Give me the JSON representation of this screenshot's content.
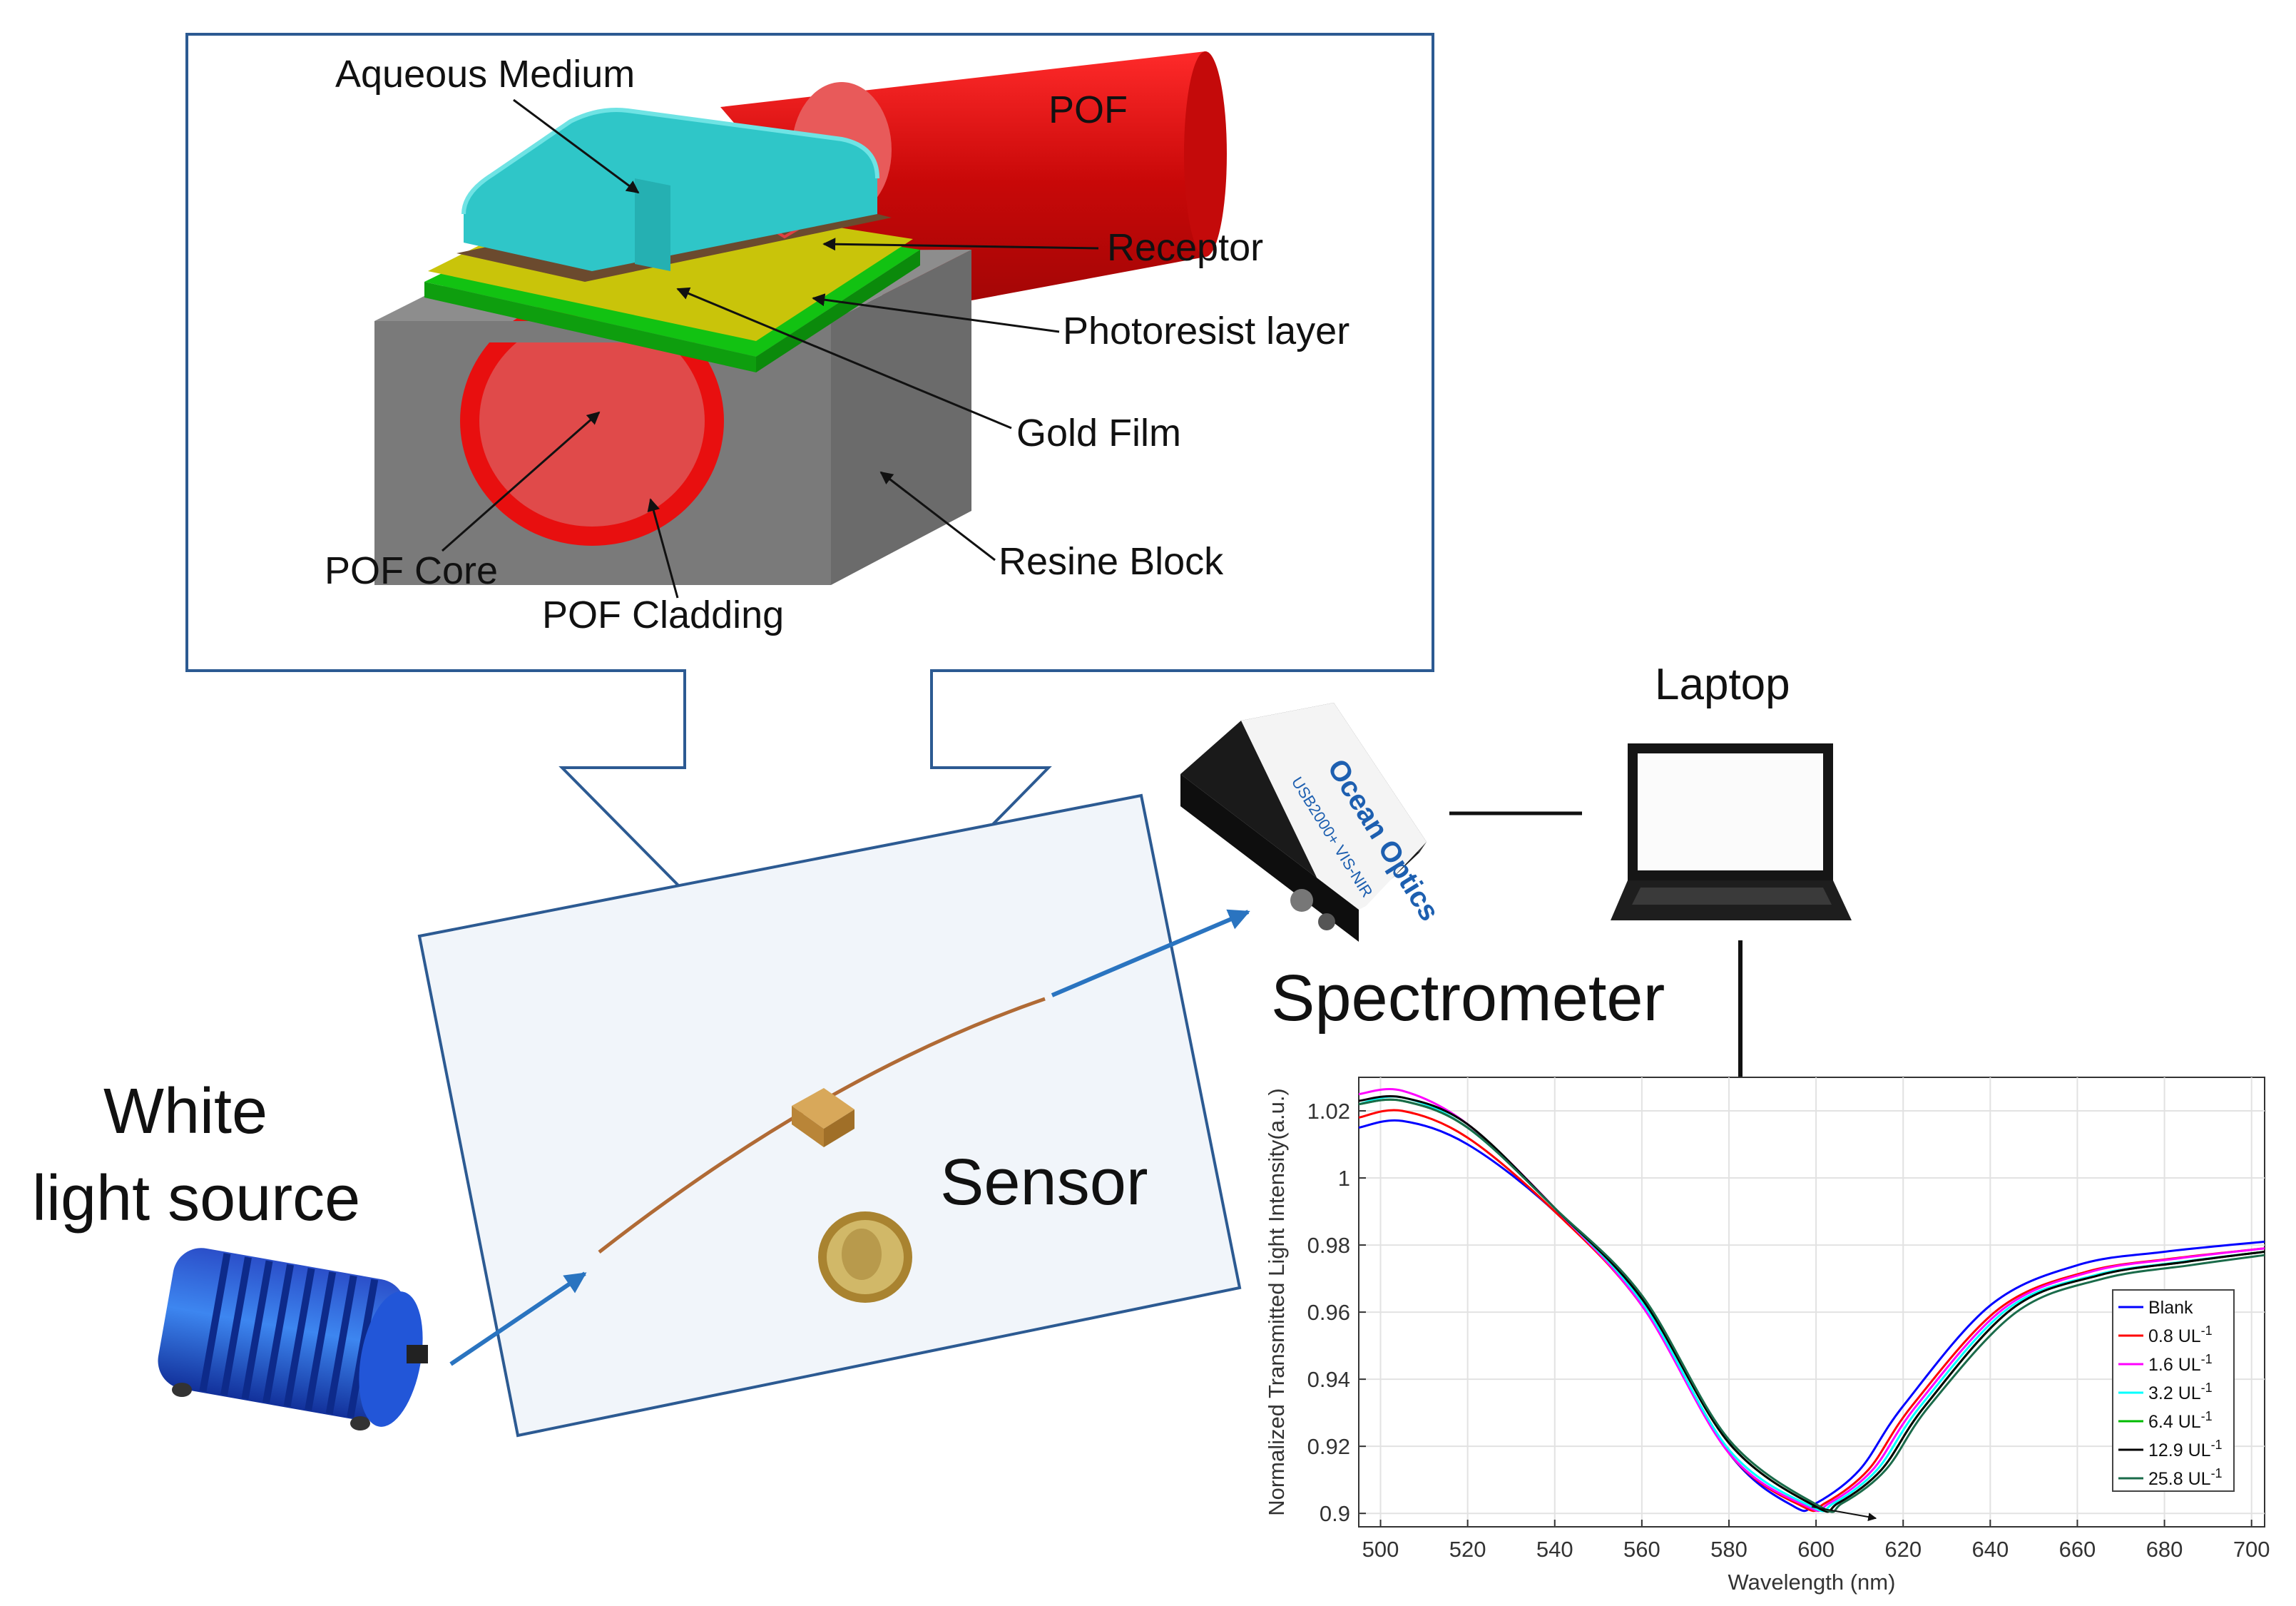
{
  "zoom_inset": {
    "labels": {
      "aqueous_medium": "Aqueous Medium",
      "pof": "POF",
      "receptor": "Receptor",
      "photoresist_layer": "Photoresist layer",
      "gold_film": "Gold Film",
      "resine_block": "Resine Block",
      "pof_core": "POF Core",
      "pof_cladding": "POF Cladding"
    },
    "colors": {
      "aqueous": "#2fc6c8",
      "fiber_red": "#e80f0f",
      "core_red": "#e04a4a",
      "receptor_brown": "#6b4a2e",
      "gold": "#c9c40a",
      "photoresist_green": "#12c212",
      "resin_gray": "#7a7a7a",
      "frame_blue": "#2c5a92"
    }
  },
  "setup": {
    "white_light_source_line1": "White",
    "white_light_source_line2": "light source",
    "sensor": "Sensor",
    "spectrometer": "Spectrometer",
    "laptop": "Laptop",
    "spectrometer_brand": "Ocean Optics",
    "spectrometer_model": "USB2000+ VIS-NIR"
  },
  "chart_data": {
    "type": "line",
    "xlabel": "Wavelength (nm)",
    "ylabel": "Normalized Transmitted Light Intensity(a.u.)",
    "xlim": [
      495,
      703
    ],
    "ylim": [
      0.896,
      1.03
    ],
    "xticks": [
      "500",
      "520",
      "540",
      "560",
      "580",
      "600",
      "620",
      "640",
      "660",
      "680",
      "700"
    ],
    "yticks": [
      "0.9",
      "0.92",
      "0.94",
      "0.96",
      "0.98",
      "1",
      "1.02"
    ],
    "grid": true,
    "legend_position": "right",
    "series": [
      {
        "name": "Blank",
        "unit_exp": "",
        "color": "#0000ff",
        "x": [
          495,
          505,
          520,
          540,
          560,
          580,
          595,
          600,
          610,
          620,
          640,
          660,
          680,
          703
        ],
        "y": [
          1.015,
          1.017,
          1.01,
          0.99,
          0.962,
          0.918,
          0.902,
          0.903,
          0.913,
          0.932,
          0.962,
          0.974,
          0.978,
          0.981
        ]
      },
      {
        "name": "0.8 UL",
        "unit_exp": "-1",
        "color": "#ff0000",
        "x": [
          495,
          505,
          520,
          540,
          560,
          580,
          597,
          602,
          612,
          622,
          642,
          662,
          682,
          703
        ],
        "y": [
          1.018,
          1.02,
          1.012,
          0.99,
          0.962,
          0.918,
          0.902,
          0.903,
          0.913,
          0.932,
          0.961,
          0.972,
          0.976,
          0.979
        ]
      },
      {
        "name": "1.6 UL",
        "unit_exp": "-1",
        "color": "#ff00ff",
        "x": [
          495,
          505,
          520,
          540,
          560,
          580,
          598,
          603,
          613,
          623,
          643,
          663,
          683,
          703
        ],
        "y": [
          1.025,
          1.026,
          1.016,
          0.991,
          0.962,
          0.918,
          0.902,
          0.903,
          0.913,
          0.932,
          0.961,
          0.972,
          0.976,
          0.979
        ]
      },
      {
        "name": "3.2 UL",
        "unit_exp": "-1",
        "color": "#00ffff",
        "x": [
          495,
          505,
          520,
          540,
          560,
          580,
          599,
          604,
          614,
          624,
          644,
          664,
          684,
          703
        ],
        "y": [
          1.022,
          1.024,
          1.015,
          0.991,
          0.963,
          0.919,
          0.902,
          0.903,
          0.913,
          0.932,
          0.961,
          0.971,
          0.975,
          0.978
        ]
      },
      {
        "name": "6.4 UL",
        "unit_exp": "-1",
        "color": "#00bb00",
        "x": [
          495,
          505,
          520,
          540,
          560,
          580,
          600,
          605,
          615,
          625,
          645,
          665,
          685,
          703
        ],
        "y": [
          1.022,
          1.023,
          1.015,
          0.991,
          0.964,
          0.921,
          0.902,
          0.903,
          0.913,
          0.932,
          0.961,
          0.971,
          0.975,
          0.978
        ]
      },
      {
        "name": "12.9 UL",
        "unit_exp": "-1",
        "color": "#000000",
        "x": [
          495,
          505,
          520,
          540,
          560,
          580,
          600,
          605,
          615,
          625,
          645,
          665,
          685,
          703
        ],
        "y": [
          1.023,
          1.024,
          1.016,
          0.991,
          0.964,
          0.921,
          0.902,
          0.903,
          0.913,
          0.932,
          0.961,
          0.971,
          0.975,
          0.978
        ]
      },
      {
        "name": "25.8 UL",
        "unit_exp": "-1",
        "color": "#1a6b4a",
        "x": [
          495,
          505,
          520,
          540,
          560,
          580,
          601,
          606,
          616,
          626,
          646,
          666,
          686,
          703
        ],
        "y": [
          1.022,
          1.023,
          1.015,
          0.991,
          0.965,
          0.922,
          0.902,
          0.903,
          0.913,
          0.932,
          0.96,
          0.97,
          0.974,
          0.977
        ]
      }
    ]
  }
}
